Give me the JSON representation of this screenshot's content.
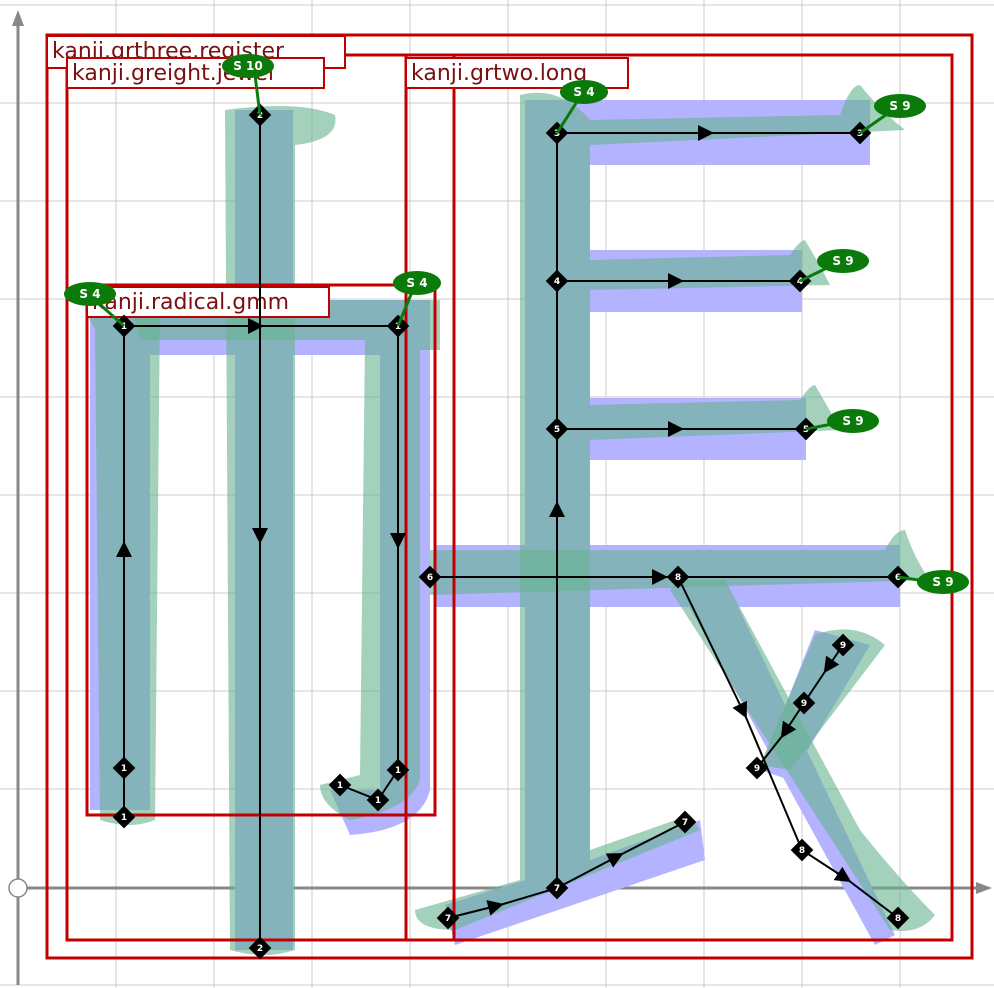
{
  "boxes": [
    {
      "label": "kanji.grthree.register"
    },
    {
      "label": "kanji.greight.jewel"
    },
    {
      "label": "kanji.grtwo.long"
    },
    {
      "label": "kanji.radical.gmm"
    }
  ],
  "stroke_labels": {
    "s1": "1",
    "s2": "2",
    "s3": "3",
    "s4": "4",
    "s5": "5",
    "s6": "6",
    "s7": "7",
    "s8": "8",
    "s9": "9"
  },
  "badges": {
    "s4_left": "S 4",
    "s4_right": "S 4",
    "s10": "S 10",
    "s4_long": "S 4",
    "s9_a": "S 9",
    "s9_b": "S 9",
    "s9_c": "S 9",
    "s9_d": "S 9"
  },
  "colors": {
    "box": "#c00000",
    "expected_stroke": "#b3b3ff",
    "drawn_stroke": "#66b28f",
    "badge": "#0a7a0a",
    "node": "#000000",
    "grid": "#cccccc",
    "axis": "#888888"
  }
}
